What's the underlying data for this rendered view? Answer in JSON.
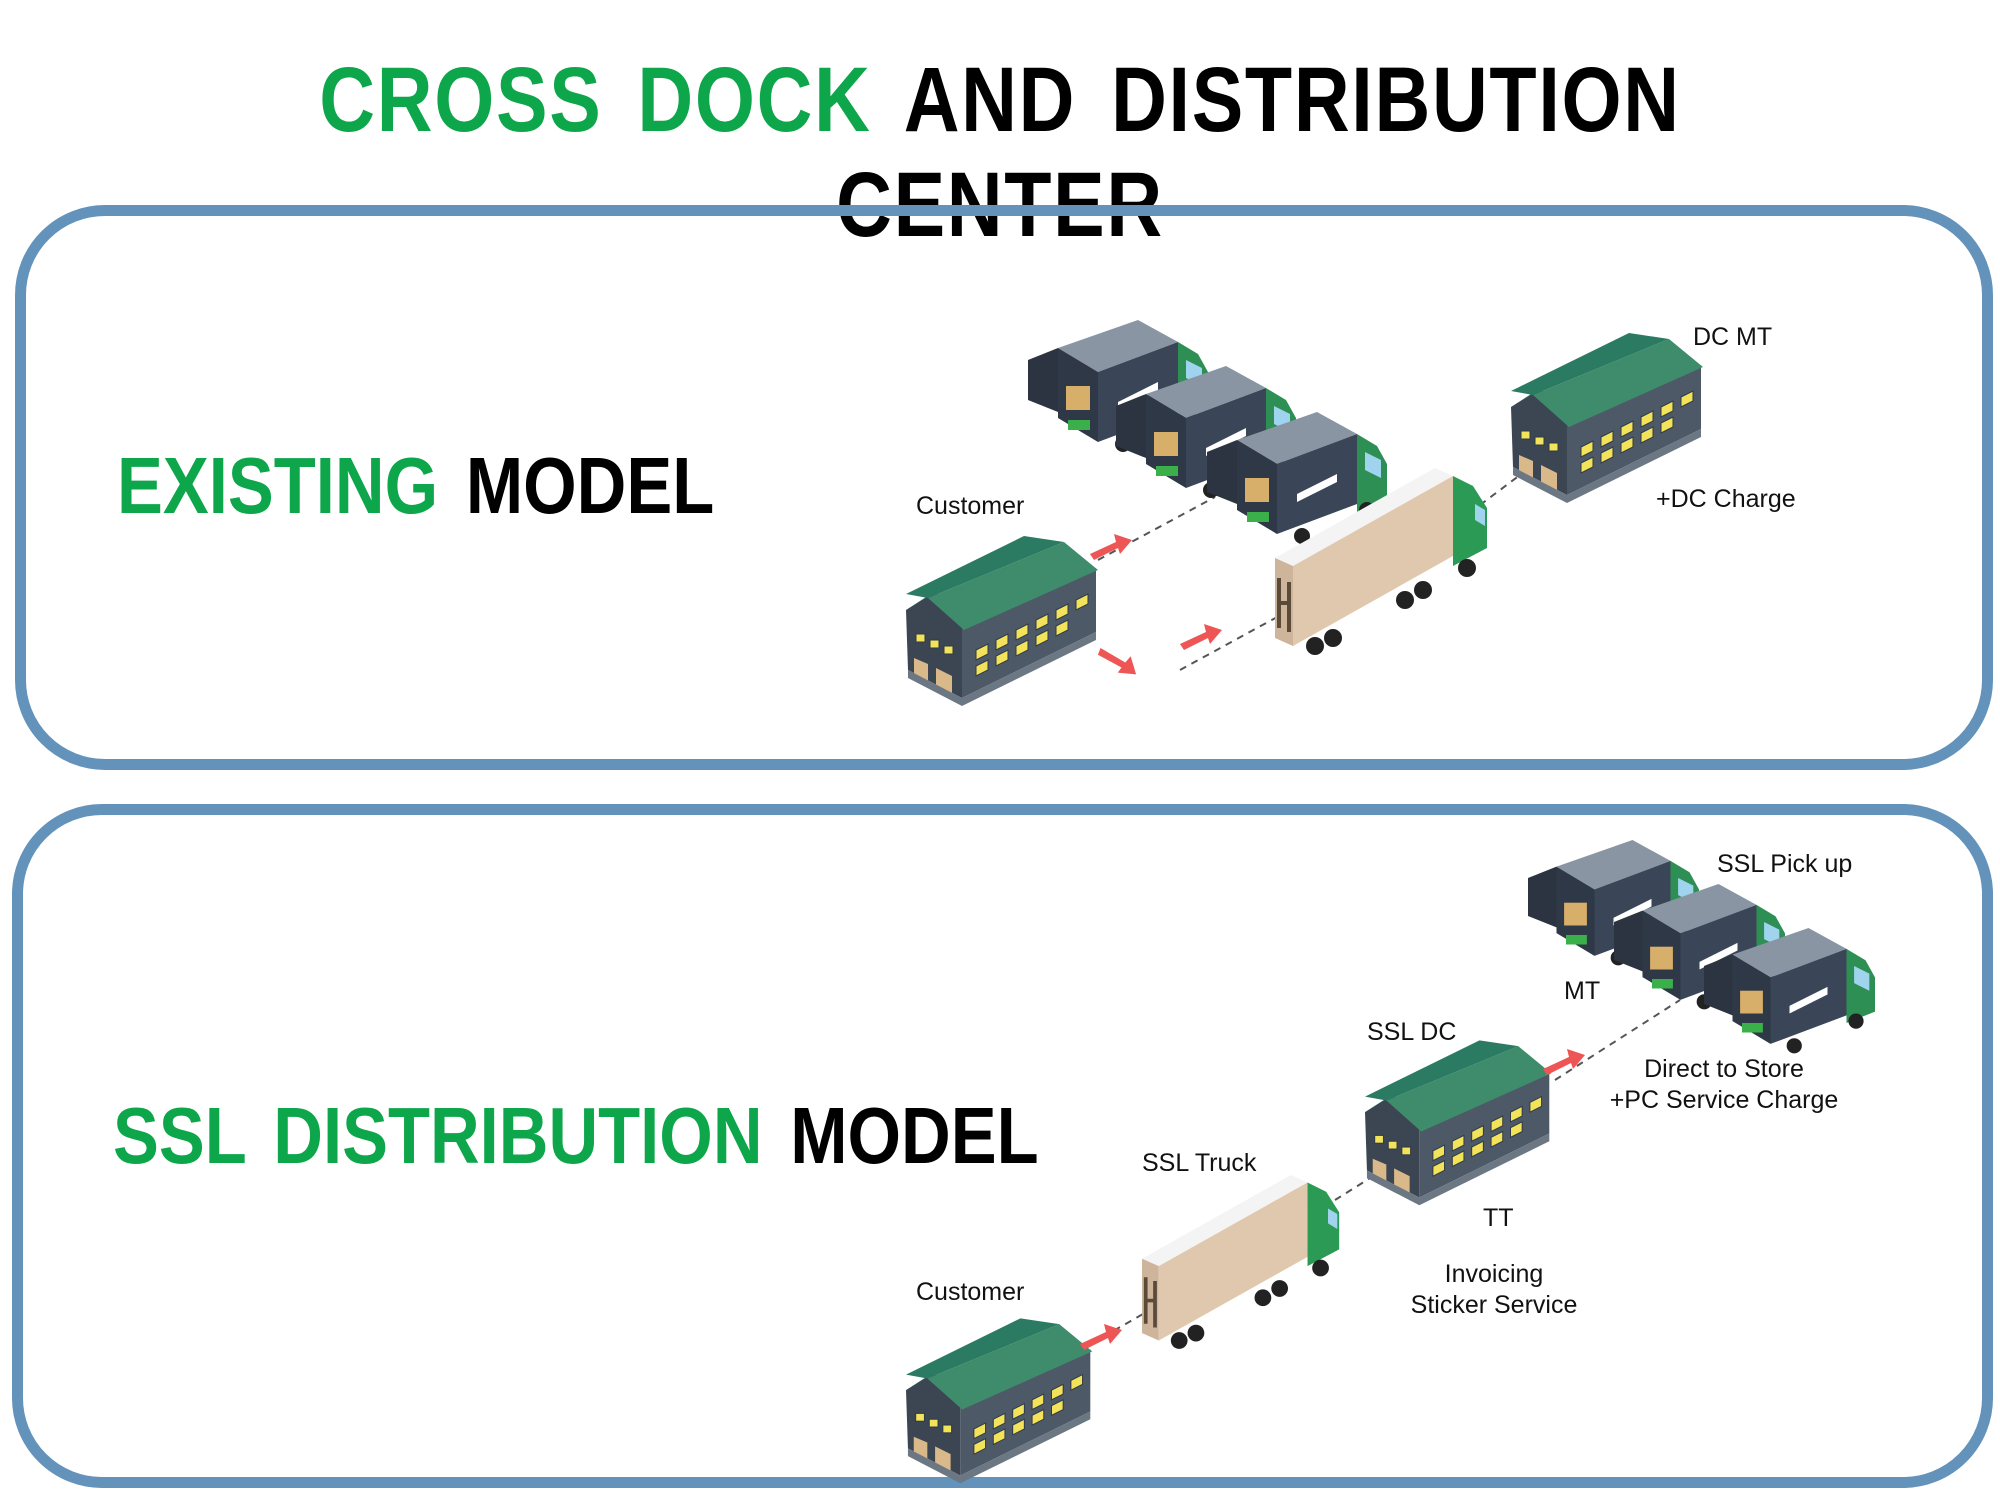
{
  "title": {
    "green": "CROSS DOCK",
    "black": "AND DISTRIBUTION CENTER"
  },
  "colors": {
    "accent_green": "#0ea64b",
    "panel_border": "#6392ba",
    "arrow_red": "#ee5555"
  },
  "existing": {
    "heading_green": "EXISTING",
    "heading_black": "MODEL",
    "labels": {
      "customer": "Customer",
      "dc_mt": "DC MT",
      "dc_charge": "+DC Charge"
    }
  },
  "ssl": {
    "heading_green": "SSL DISTRIBUTION",
    "heading_black": "MODEL",
    "labels": {
      "customer": "Customer",
      "ssl_truck": "SSL Truck",
      "ssl_dc": "SSL DC",
      "tt": "TT",
      "invoicing": "Invoicing",
      "sticker_service": "Sticker Service",
      "mt": "MT",
      "ssl_pick_up": "SSL Pick up",
      "direct_to_store": "Direct to Store",
      "pc_service_charge": "+PC Service Charge"
    }
  },
  "icons": [
    "warehouse-icon",
    "delivery-van-icon",
    "semi-truck-icon",
    "arrow-icon"
  ]
}
